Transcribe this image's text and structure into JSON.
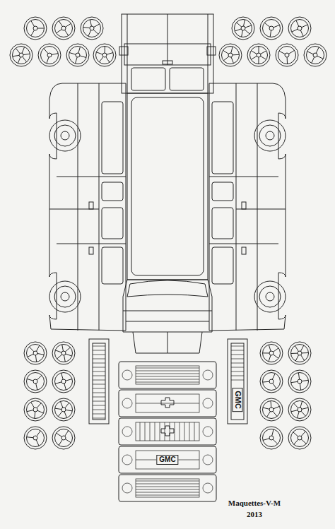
{
  "diagram": {
    "labels": [
      "GMC",
      "GMC",
      "Maquettes-V-M",
      "2013"
    ]
  }
}
